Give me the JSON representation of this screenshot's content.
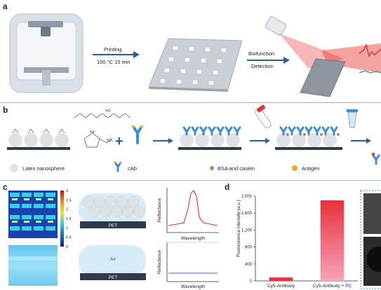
{
  "panel_a": {
    "label": "a",
    "step1_top": "Printing",
    "step1_bottom": "100 °C  15 min",
    "step2_top": "Biofunction",
    "step2_bottom": "Detection"
  },
  "panel_b": {
    "label": "b",
    "legend_sphere": "Latex nanosphere",
    "legend_cab": "cAb",
    "legend_bsa": "BSA and casein",
    "legend_antigen": "Antigen",
    "chem_na": "Na⁺"
  },
  "panel_c": {
    "label": "c",
    "colorbar_ticks": [
      "3",
      "2.5",
      "2",
      "1.5",
      "1",
      "0.5",
      "0"
    ],
    "pet_label_1": "PET",
    "pet_label_2": "PET",
    "air_label": "Air",
    "ylabel_1": "Reflectance",
    "xlabel_1": "Wavelength",
    "ylabel_2": "Reflectance",
    "xlabel_2": "Wavelength"
  },
  "panel_d": {
    "label": "d"
  },
  "chart_data": {
    "type": "bar",
    "categories": [
      "Cy5-Antibody",
      "Cy5-Antibody + PC"
    ],
    "values": [
      80,
      1900
    ],
    "ylabel": "Fluorescence intensity (a.u.)",
    "ylim": [
      0,
      2000
    ],
    "yticks": [
      "0",
      "400",
      "800",
      "1,200",
      "1,600",
      "2,000"
    ],
    "ytick_values": [
      0,
      400,
      800,
      1200,
      1600,
      2000
    ],
    "bar_color": "#e8323c"
  },
  "colors": {
    "arrow": "#2f5d9c",
    "antibody_blue": "#3b8fd9",
    "antibody_orange": "#f2a23a",
    "substrate": "#2d3a4a",
    "laser_red": "#e5322d",
    "divider": "#9fb6cc"
  }
}
